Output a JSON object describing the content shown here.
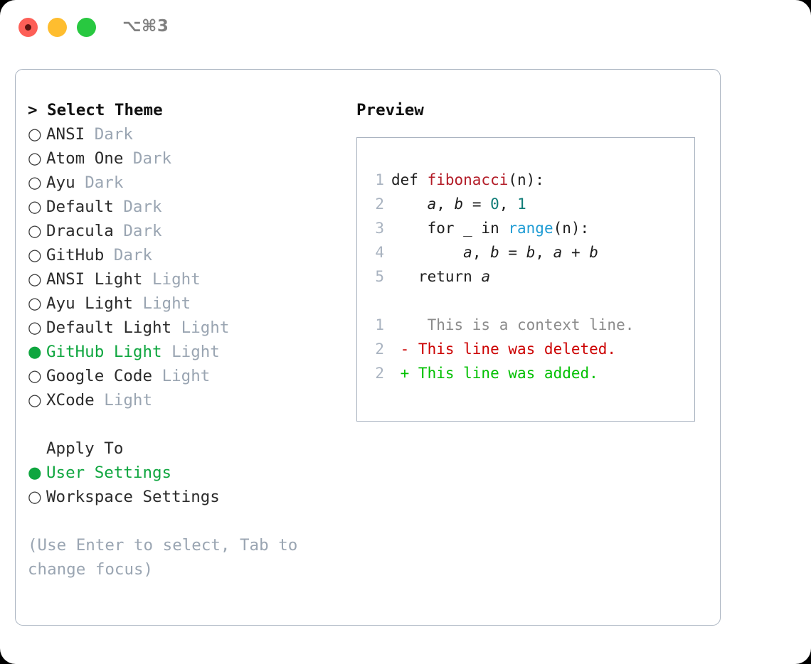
{
  "window": {
    "shortcut_title": "⌥⌘3",
    "traffic_lights": [
      {
        "name": "close-button",
        "color": "#fd5f57"
      },
      {
        "name": "minimize-button",
        "color": "#febd2f"
      },
      {
        "name": "maximize-button",
        "color": "#28c840"
      }
    ]
  },
  "colors": {
    "selected_green": "#0fa63f",
    "muted_tag": "#9aa5b2",
    "border": "#a9b3c0",
    "diff_add": "#00c000",
    "diff_del": "#cc0000",
    "function_name": "#b31d28",
    "number": "#0f7c77",
    "builtin": "#1f9cd4"
  },
  "theme_list": {
    "header": "> Select Theme",
    "marker_selected": "●",
    "marker_unselected": "○",
    "items": [
      {
        "name": "ANSI",
        "tag": "Dark",
        "selected": false
      },
      {
        "name": "Atom One",
        "tag": "Dark",
        "selected": false
      },
      {
        "name": "Ayu",
        "tag": "Dark",
        "selected": false
      },
      {
        "name": "Default",
        "tag": "Dark",
        "selected": false
      },
      {
        "name": "Dracula",
        "tag": "Dark",
        "selected": false
      },
      {
        "name": "GitHub",
        "tag": "Dark",
        "selected": false
      },
      {
        "name": "ANSI Light",
        "tag": "Light",
        "selected": false
      },
      {
        "name": "Ayu Light",
        "tag": "Light",
        "selected": false
      },
      {
        "name": "Default Light",
        "tag": "Light",
        "selected": false
      },
      {
        "name": "GitHub Light",
        "tag": "Light",
        "selected": true
      },
      {
        "name": "Google Code",
        "tag": "Light",
        "selected": false
      },
      {
        "name": "XCode",
        "tag": "Light",
        "selected": false
      }
    ]
  },
  "apply_to": {
    "label": "Apply To",
    "items": [
      {
        "name": "User Settings",
        "selected": true
      },
      {
        "name": "Workspace Settings",
        "selected": false
      }
    ]
  },
  "hint": "(Use Enter to select, Tab to change focus)",
  "preview": {
    "header": "Preview",
    "code_lines": [
      {
        "number": "1",
        "segments": [
          {
            "text": "def ",
            "style": "plain"
          },
          {
            "text": "fibonacci",
            "style": "fn"
          },
          {
            "text": "(n):",
            "style": "plain"
          }
        ]
      },
      {
        "number": "2",
        "segments": [
          {
            "text": "    ",
            "style": "plain"
          },
          {
            "text": "a",
            "style": "var"
          },
          {
            "text": ", ",
            "style": "plain"
          },
          {
            "text": "b",
            "style": "var"
          },
          {
            "text": " = ",
            "style": "plain"
          },
          {
            "text": "0",
            "style": "num"
          },
          {
            "text": ", ",
            "style": "plain"
          },
          {
            "text": "1",
            "style": "num"
          }
        ]
      },
      {
        "number": "3",
        "segments": [
          {
            "text": "    for _ in ",
            "style": "plain"
          },
          {
            "text": "range",
            "style": "builtin"
          },
          {
            "text": "(n):",
            "style": "plain"
          }
        ]
      },
      {
        "number": "4",
        "segments": [
          {
            "text": "        ",
            "style": "plain"
          },
          {
            "text": "a",
            "style": "var"
          },
          {
            "text": ", ",
            "style": "plain"
          },
          {
            "text": "b",
            "style": "var"
          },
          {
            "text": " = ",
            "style": "plain"
          },
          {
            "text": "b",
            "style": "var"
          },
          {
            "text": ", ",
            "style": "plain"
          },
          {
            "text": "a",
            "style": "var"
          },
          {
            "text": " + ",
            "style": "plain"
          },
          {
            "text": "b",
            "style": "var"
          }
        ]
      },
      {
        "number": "5",
        "segments": [
          {
            "text": "   return ",
            "style": "plain"
          },
          {
            "text": "a",
            "style": "var"
          }
        ]
      }
    ],
    "diff_lines": [
      {
        "number": "1",
        "marker": " ",
        "text": "  This is a context line.",
        "kind": "context"
      },
      {
        "number": "2",
        "marker": "-",
        "text": " This line was deleted.",
        "kind": "deleted"
      },
      {
        "number": "2",
        "marker": "+",
        "text": " This line was added.",
        "kind": "added"
      }
    ]
  }
}
